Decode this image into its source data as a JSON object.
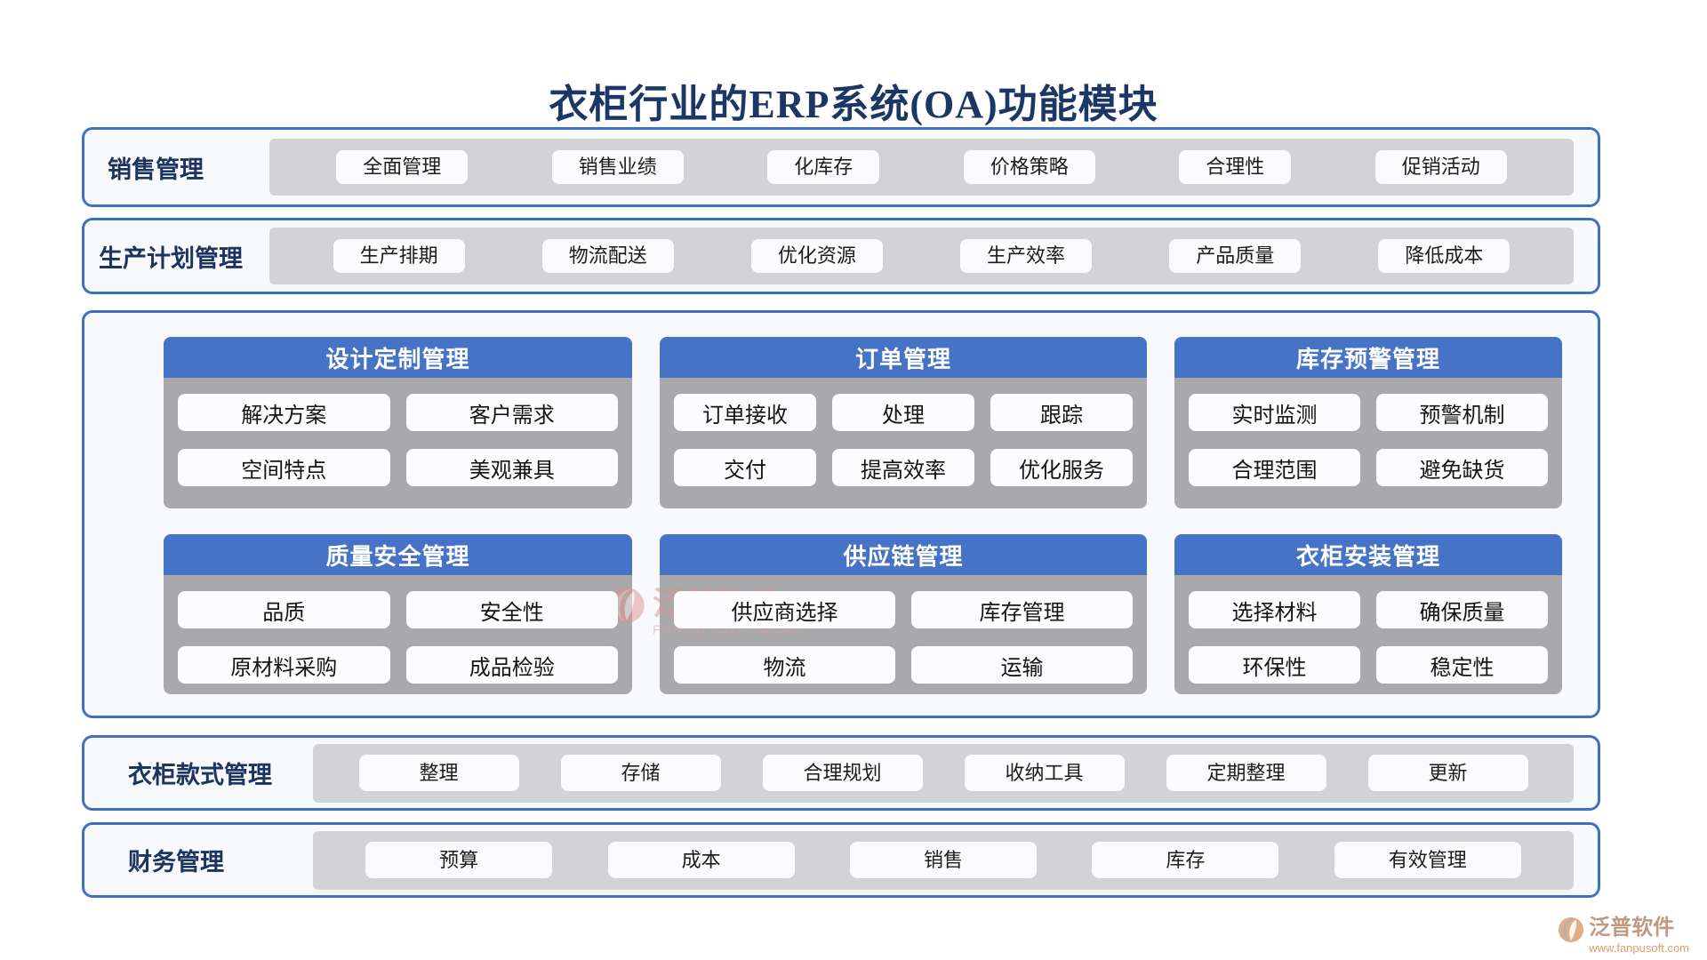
{
  "title": "衣柜行业的ERP系统(OA)功能模块",
  "colors": {
    "accent_blue": "#4472C4",
    "title_navy": "#1C3765",
    "band_gray": "#D3D3D5",
    "card_gray": "#A9A9AB",
    "chip_white": "#FBFBFD"
  },
  "rows": [
    {
      "label": "销售管理",
      "items": [
        "全面管理",
        "销售业绩",
        "化库存",
        "价格策略",
        "合理性",
        "促销活动"
      ]
    },
    {
      "label": "生产计划管理",
      "items": [
        "生产排期",
        "物流配送",
        "优化资源",
        "生产效率",
        "产品质量",
        "降低成本"
      ]
    }
  ],
  "cards": [
    {
      "title": "设计定制管理",
      "items": [
        "解决方案",
        "客户需求",
        "空间特点",
        "美观兼具"
      ]
    },
    {
      "title": "订单管理",
      "items": [
        "订单接收",
        "处理",
        "跟踪",
        "交付",
        "提高效率",
        "优化服务"
      ]
    },
    {
      "title": "库存预警管理",
      "items": [
        "实时监测",
        "预警机制",
        "合理范围",
        "避免缺货"
      ]
    },
    {
      "title": "质量安全管理",
      "items": [
        "品质",
        "安全性",
        "原材料采购",
        "成品检验"
      ]
    },
    {
      "title": "供应链管理",
      "items": [
        "供应商选择",
        "库存管理",
        "物流",
        "运输"
      ]
    },
    {
      "title": "衣柜安装管理",
      "items": [
        "选择材料",
        "确保质量",
        "环保性",
        "稳定性"
      ]
    }
  ],
  "bottom_rows": [
    {
      "label": "衣柜款式管理",
      "items": [
        "整理",
        "存储",
        "合理规划",
        "收纳工具",
        "定期整理",
        "更新"
      ]
    },
    {
      "label": "财务管理",
      "items": [
        "预算",
        "成本",
        "销售",
        "库存",
        "有效管理"
      ]
    }
  ],
  "watermark_center": {
    "brand": "泛普软件",
    "subtitle": "FANPU SOFTWARE"
  },
  "watermark_corner": {
    "brand": "泛普软件",
    "url": "www.fanpusoft.com"
  }
}
